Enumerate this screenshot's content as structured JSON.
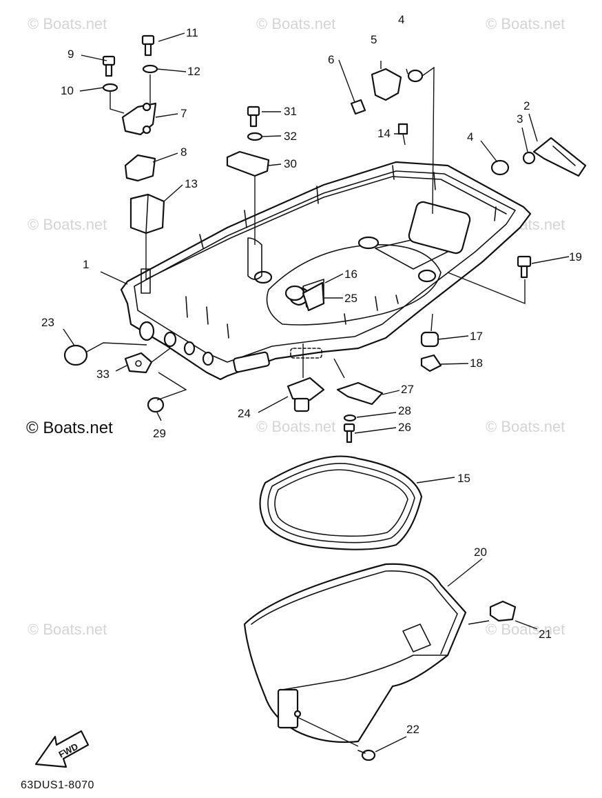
{
  "watermark": "© Boats.net",
  "credit": "© Boats.net",
  "diagram_code": "63DUS1-8070",
  "fwd_label": "FWD",
  "callouts": [
    "1",
    "2",
    "3",
    "4",
    "4",
    "5",
    "6",
    "7",
    "8",
    "9",
    "10",
    "11",
    "12",
    "13",
    "14",
    "15",
    "16",
    "17",
    "18",
    "19",
    "20",
    "21",
    "22",
    "23",
    "24",
    "25",
    "26",
    "27",
    "28",
    "29",
    "30",
    "31",
    "32",
    "33"
  ]
}
